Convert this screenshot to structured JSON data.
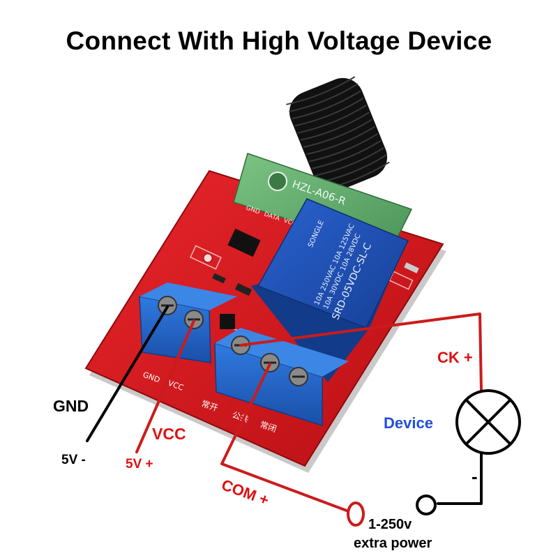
{
  "title": "Connect With High Voltage Device",
  "board": {
    "module_label": "HZL-A06-R",
    "pin_labels": [
      "GND",
      "DATA",
      "VCC"
    ],
    "relay_brand": "SONGLE",
    "relay_lines": [
      "10A 250VAC  10A 125VAC",
      "10A 30VDC  10A 28VDC",
      "SRD-05VDC-SL-C"
    ],
    "left_terminal_labels": [
      "GND",
      "VCC"
    ],
    "right_terminal_labels": [
      "常开",
      "公共",
      "常闭"
    ]
  },
  "labels": {
    "gnd": "GND",
    "gnd_voltage": "5V -",
    "vcc": "VCC",
    "vcc_voltage": "5V +",
    "com": "COM +",
    "ck": "CK +",
    "device": "Device",
    "minus": "-",
    "power_range": "1-250v",
    "power_note": "extra power"
  },
  "colors": {
    "pcb": "#d8151b",
    "terminal": "#1e64c8",
    "relay": "#1b4fb5",
    "module": "#5fa86a",
    "wire_red": "#cc1b1b",
    "wire_black": "#000000",
    "device_label": "#1f4fd8",
    "text_red": "#e01010"
  }
}
